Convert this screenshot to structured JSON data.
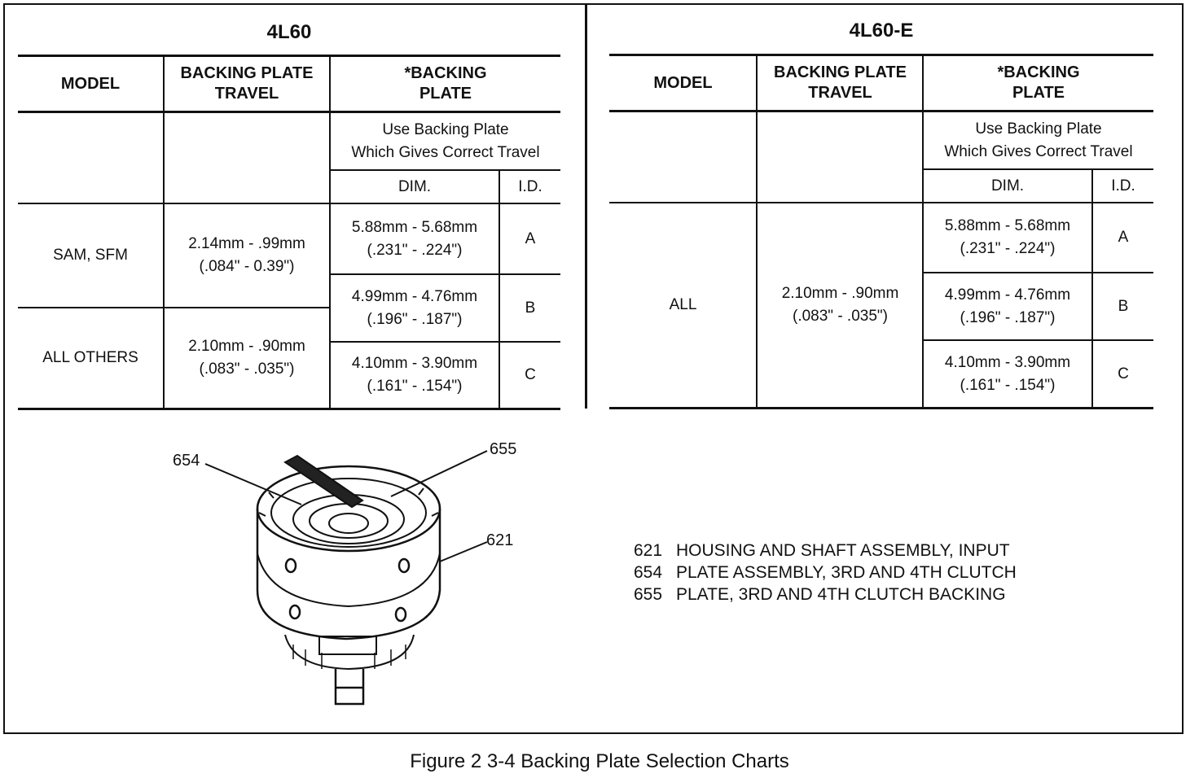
{
  "left_table": {
    "title": "4L60",
    "headers": {
      "model": "MODEL",
      "travel": "BACKING PLATE\nTRAVEL",
      "plate": "*BACKING\nPLATE"
    },
    "plate_note": "Use Backing Plate\nWhich Gives Correct Travel",
    "sub_headers": {
      "dim": "DIM.",
      "id": "I.D."
    },
    "rows": [
      {
        "model": "SAM, SFM",
        "travel": "2.14mm - .99mm\n(.084\" - 0.39\")"
      },
      {
        "model": "ALL OTHERS",
        "travel": "2.10mm - .90mm\n(.083\" - .035\")"
      }
    ],
    "plates": [
      {
        "dim": "5.88mm - 5.68mm\n(.231\" - .224\")",
        "id": "A"
      },
      {
        "dim": "4.99mm - 4.76mm\n(.196\" - .187\")",
        "id": "B"
      },
      {
        "dim": "4.10mm - 3.90mm\n(.161\" - .154\")",
        "id": "C"
      }
    ]
  },
  "right_table": {
    "title": "4L60-E",
    "headers": {
      "model": "MODEL",
      "travel": "BACKING PLATE\nTRAVEL",
      "plate": "*BACKING\nPLATE"
    },
    "plate_note": "Use Backing Plate\nWhich Gives Correct Travel",
    "sub_headers": {
      "dim": "DIM.",
      "id": "I.D."
    },
    "rows": [
      {
        "model": "ALL",
        "travel": "2.10mm - .90mm\n(.083\" - .035\")"
      }
    ],
    "plates": [
      {
        "dim": "5.88mm - 5.68mm\n(.231\" - .224\")",
        "id": "A"
      },
      {
        "dim": "4.99mm - 4.76mm\n(.196\" - .187\")",
        "id": "B"
      },
      {
        "dim": "4.10mm - 3.90mm\n(.161\" - .154\")",
        "id": "C"
      }
    ]
  },
  "callouts": {
    "c654": "654",
    "c655": "655",
    "c621": "621"
  },
  "legend": [
    {
      "num": "621",
      "text": "HOUSING AND SHAFT ASSEMBLY, INPUT"
    },
    {
      "num": "654",
      "text": "PLATE ASSEMBLY, 3RD AND 4TH CLUTCH"
    },
    {
      "num": "655",
      "text": "PLATE, 3RD AND 4TH CLUTCH BACKING"
    }
  ],
  "caption": "Figure 2 3-4 Backing Plate Selection Charts"
}
